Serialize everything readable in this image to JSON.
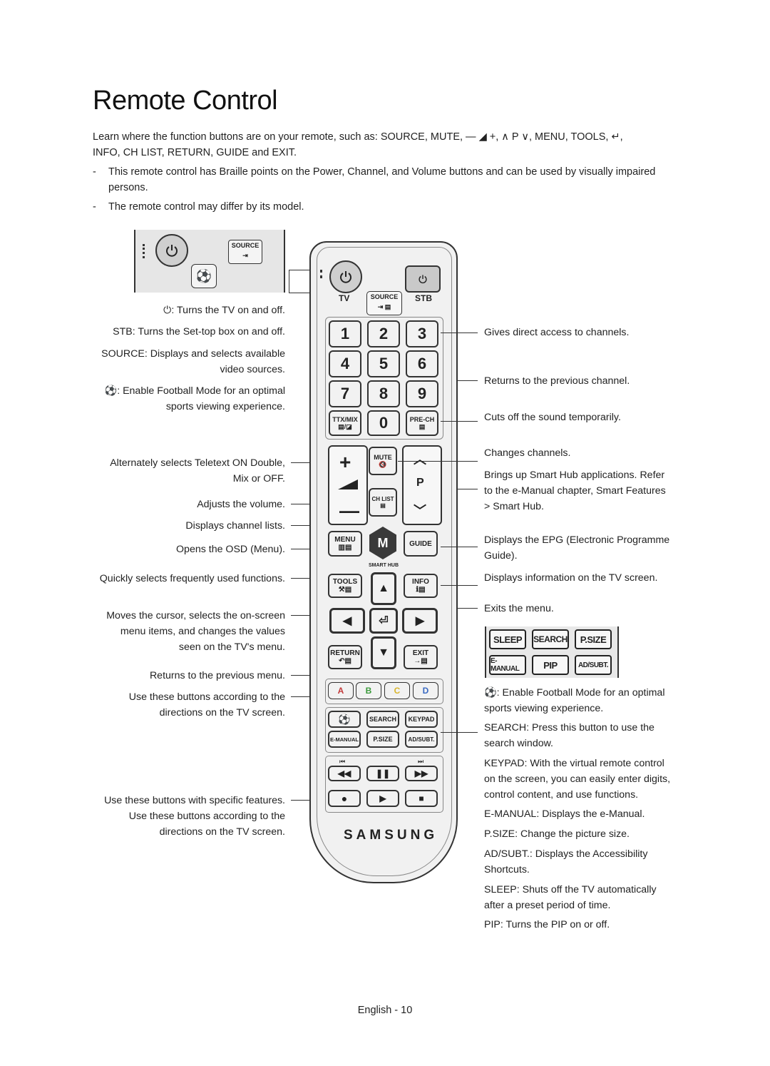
{
  "title": "Remote Control",
  "intro": {
    "line1": "Learn where the function buttons are on your remote, such as: SOURCE, MUTE, — ◢ +, ∧ P ∨, MENU, TOOLS, ↵,",
    "line2": "INFO, CH LIST, RETURN, GUIDE and EXIT."
  },
  "notes": [
    {
      "dash": "-",
      "text": "This remote control has Braille points on the Power, Channel, and Volume buttons and can be used by visually impaired persons."
    },
    {
      "dash": "-",
      "text": "The remote control may differ by its model."
    }
  ],
  "left_labels": {
    "power": ": Turns the TV on and off.",
    "stb": "STB: Turns the Set-top box on and off.",
    "source1": "SOURCE: Displays and selects available",
    "source2": "video sources.",
    "football1": ": Enable Football Mode for an optimal",
    "football2": "sports viewing experience.",
    "teletext1": "Alternately selects Teletext ON Double,",
    "teletext2": "Mix or OFF.",
    "volume": "Adjusts the volume.",
    "chlist": "Displays channel lists.",
    "menu": "Opens the OSD (Menu).",
    "tools": "Quickly selects frequently used functions.",
    "cursor1": "Moves the cursor, selects the on-screen",
    "cursor2": "menu items, and changes the values",
    "cursor3": "seen on the TV's menu.",
    "return": "Returns to the previous menu.",
    "abcd1": "Use these buttons according to the",
    "abcd2": "directions on the TV screen.",
    "special1": "Use these buttons with specific features.",
    "special2": "Use these buttons according to the",
    "special3": "directions on the TV screen."
  },
  "right_labels": {
    "channels": "Gives direct access to channels.",
    "prech": "Returns to the previous channel.",
    "mute": "Cuts off the sound temporarily.",
    "chchange": "Changes channels.",
    "smarthub1": "Brings up Smart Hub applications. Refer",
    "smarthub2": "to the e-Manual chapter, Smart Features",
    "smarthub3": "> Smart Hub.",
    "epg1": "Displays the EPG (Electronic Programme",
    "epg2": "Guide).",
    "info": "Displays information on the TV screen.",
    "exit": "Exits the menu.",
    "football1": ": Enable Football Mode for an optimal",
    "football2": "sports viewing experience.",
    "search1": "SEARCH: Press this button to use the",
    "search2": "search window.",
    "keypad1": "KEYPAD: With the virtual remote control",
    "keypad2": "on the screen, you can easily enter digits,",
    "keypad3": "control content, and use functions.",
    "emanual": "E-MANUAL: Displays the e-Manual.",
    "psize": "P.SIZE: Change the picture size.",
    "adsubt1": "AD/SUBT.: Displays the Accessibility",
    "adsubt2": "Shortcuts.",
    "sleep1": "SLEEP: Shuts off the TV automatically",
    "sleep2": "after a preset period of time.",
    "pip": "PIP: Turns the PIP on or off."
  },
  "remote": {
    "top_source": "SOURCE",
    "tv": "TV",
    "stb": "STB",
    "source": "SOURCE",
    "digits": [
      "1",
      "2",
      "3",
      "4",
      "5",
      "6",
      "7",
      "8",
      "9"
    ],
    "zero": "0",
    "ttx": "TTX/MIX",
    "prech": "PRE-CH",
    "mute": "MUTE",
    "chlist": "CH LIST",
    "p": "P",
    "menu": "MENU",
    "guide": "GUIDE",
    "smarthub": "SMART HUB",
    "tools": "TOOLS",
    "info": "INFO",
    "return": "RETURN",
    "exit": "EXIT",
    "colors": [
      {
        "label": "A",
        "color": "#c23a3a"
      },
      {
        "label": "B",
        "color": "#3a9a3a"
      },
      {
        "label": "C",
        "color": "#d9b52a"
      },
      {
        "label": "D",
        "color": "#3a6ac2"
      }
    ],
    "search": "SEARCH",
    "keypad": "KEYPAD",
    "emanual": "E-MANUAL",
    "psize": "P.SIZE",
    "adsubt": "AD/SUBT.",
    "brand": "SAMSUNG"
  },
  "callout": {
    "sleep": "SLEEP",
    "search": "SEARCH",
    "psize": "P.SIZE",
    "emanual": "E-MANUAL",
    "pip": "PIP",
    "adsubt": "AD/SUBT."
  },
  "footer": "English - 10"
}
